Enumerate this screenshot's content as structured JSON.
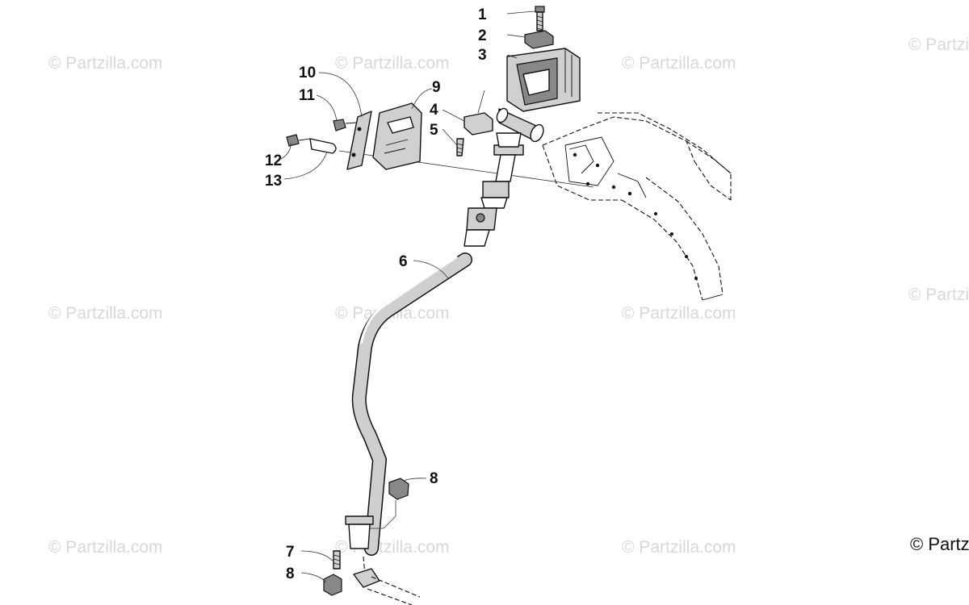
{
  "watermark": {
    "text": "© Partzilla.com"
  },
  "copyright": "© Partz",
  "callouts": [
    {
      "id": "c1",
      "label": "1"
    },
    {
      "id": "c2",
      "label": "2"
    },
    {
      "id": "c3",
      "label": "3"
    },
    {
      "id": "c4",
      "label": "4"
    },
    {
      "id": "c5",
      "label": "5"
    },
    {
      "id": "c6",
      "label": "6"
    },
    {
      "id": "c7",
      "label": "7"
    },
    {
      "id": "c8a",
      "label": "8"
    },
    {
      "id": "c8b",
      "label": "8"
    },
    {
      "id": "c9",
      "label": "9"
    },
    {
      "id": "c10",
      "label": "10"
    },
    {
      "id": "c11",
      "label": "11"
    },
    {
      "id": "c12",
      "label": "12"
    },
    {
      "id": "c13",
      "label": "13"
    }
  ]
}
